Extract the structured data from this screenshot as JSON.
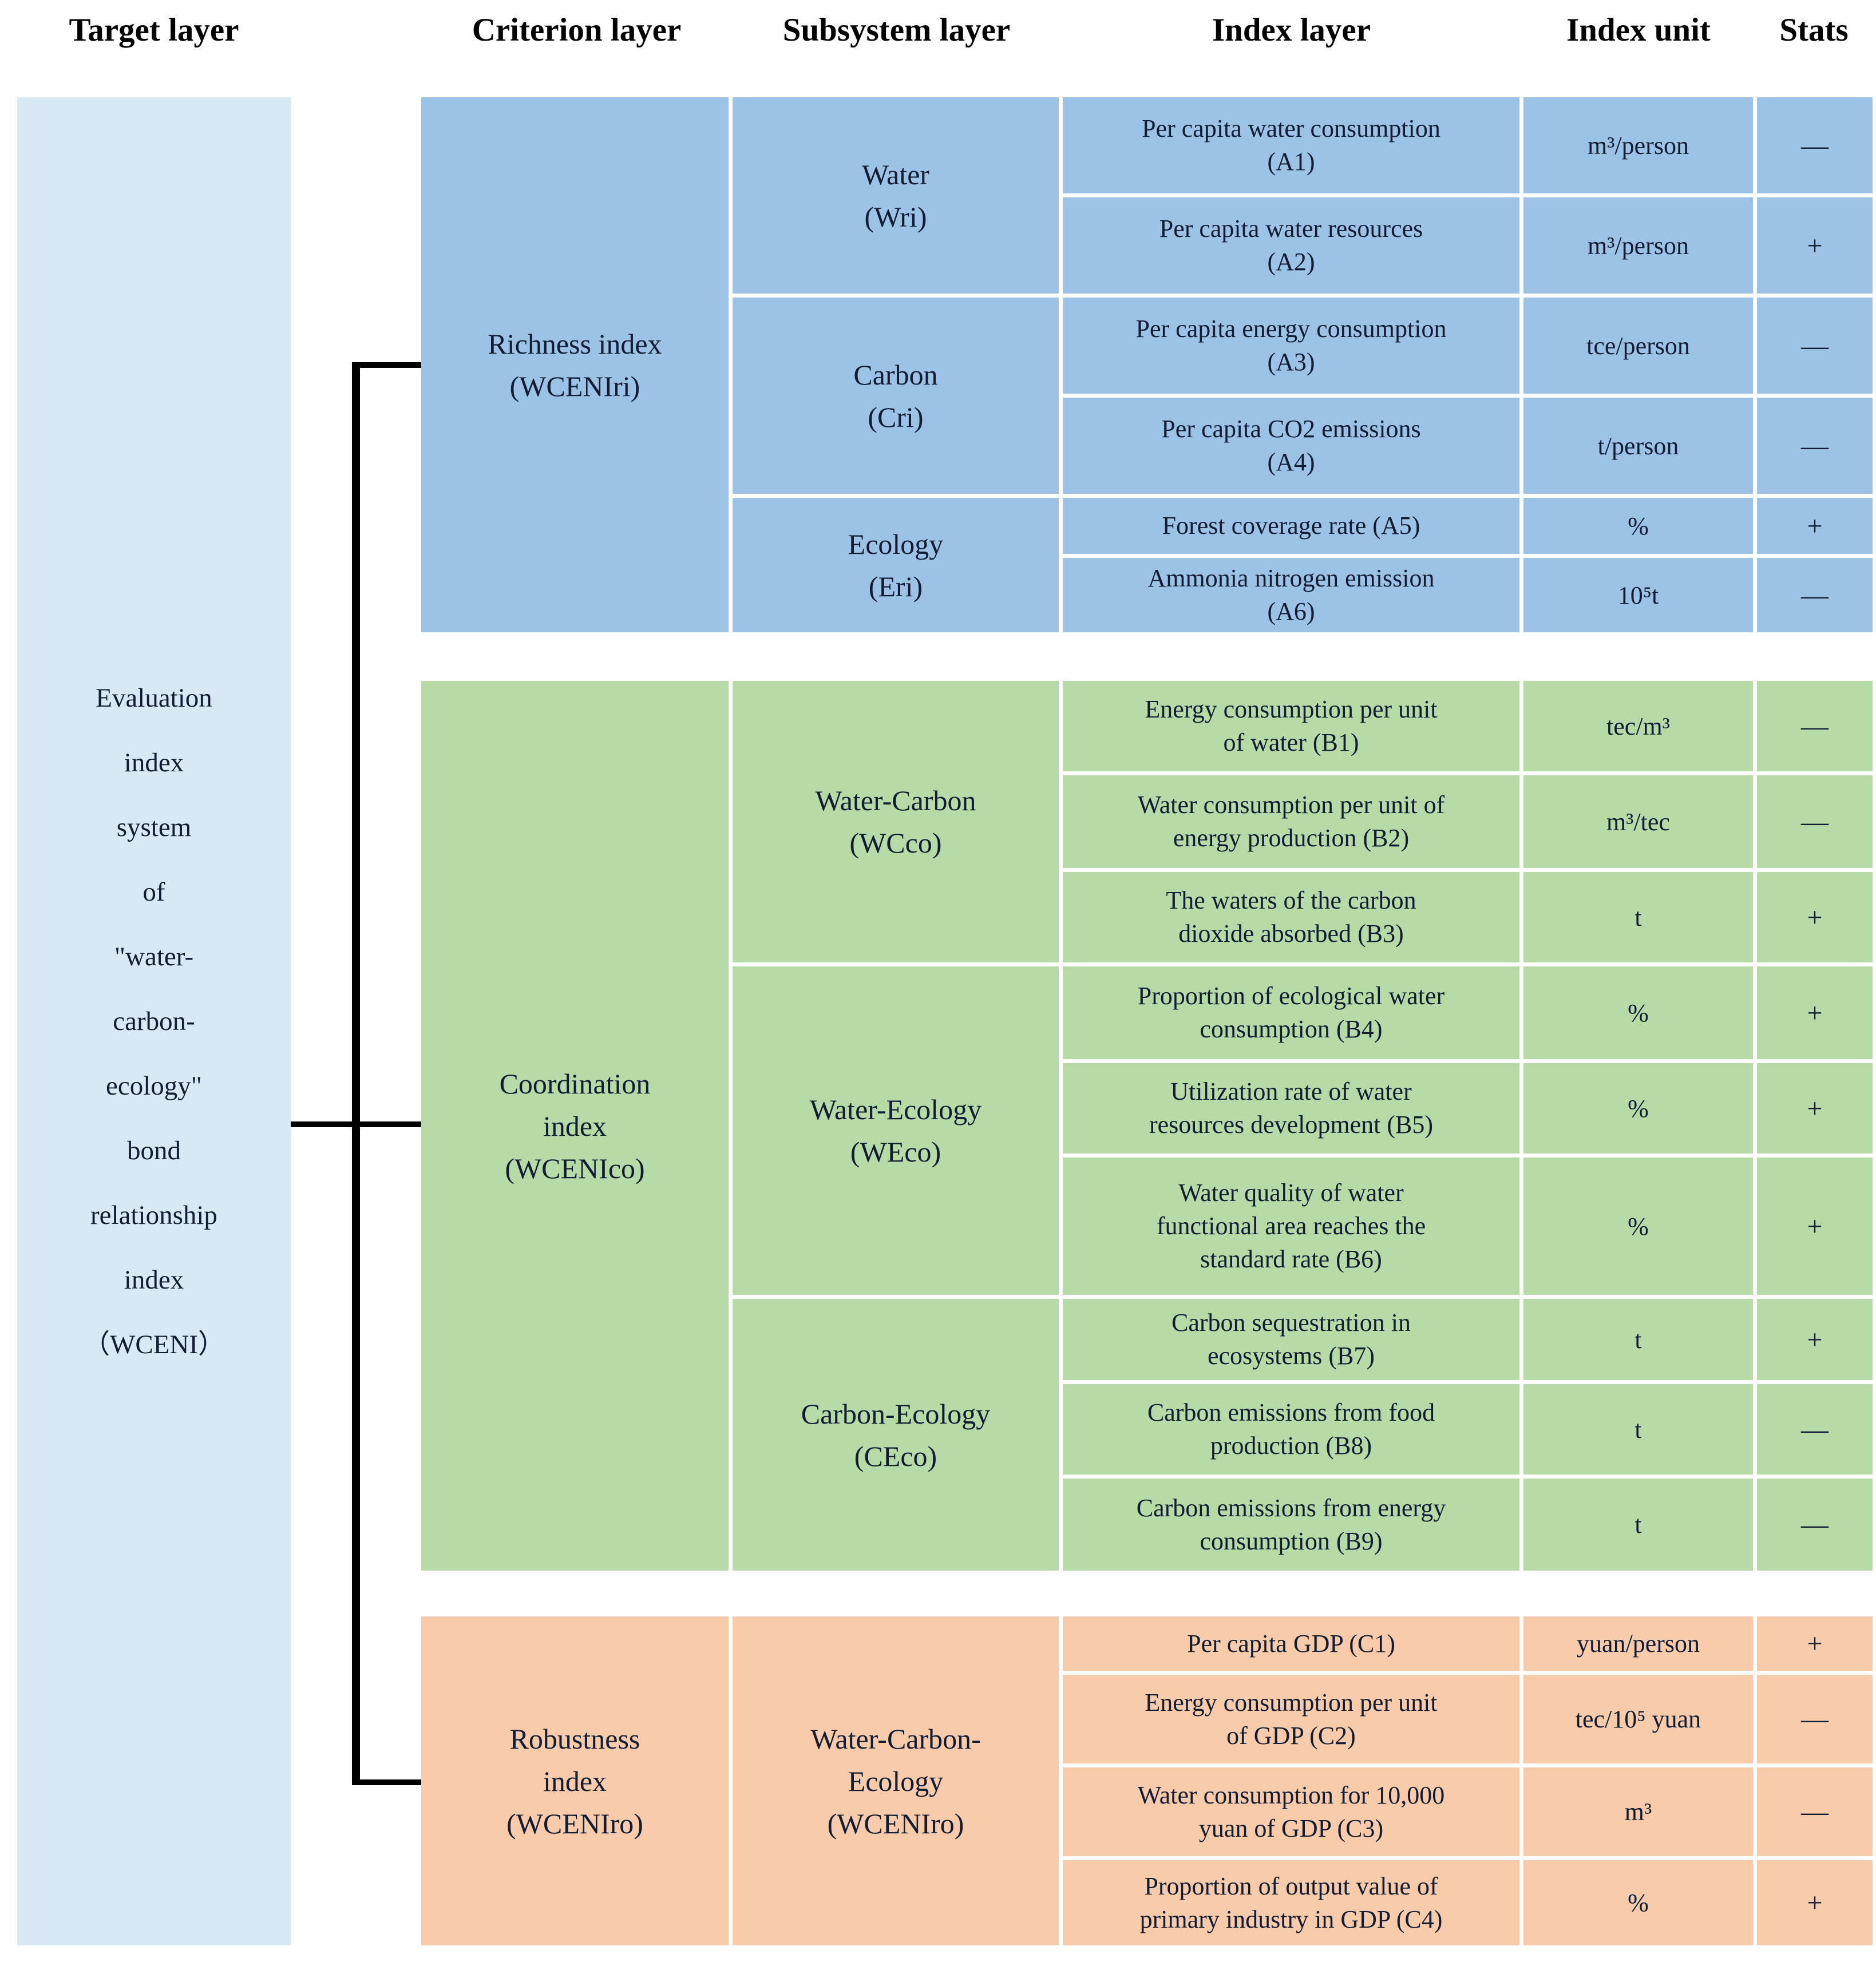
{
  "header": {
    "columns": [
      {
        "key": "target",
        "label": "Target layer"
      },
      {
        "key": "criterion",
        "label": "Criterion layer"
      },
      {
        "key": "subsystem",
        "label": "Subsystem layer"
      },
      {
        "key": "index",
        "label": "Index layer"
      },
      {
        "key": "unit",
        "label": "Index unit"
      },
      {
        "key": "stats",
        "label": "Stats"
      }
    ]
  },
  "target": {
    "label": "Evaluation\nindex\nsystem\nof\n\"water-\ncarbon-\necology\"\nbond\nrelationship\nindex\n（WCENI）",
    "color": "#D9E8F5"
  },
  "connector_color": "#000000",
  "blocks": [
    {
      "name": "richness",
      "color": "#9CC3E6",
      "criterion": "Richness index\n(WCENIri)",
      "subsystems": [
        {
          "label": "Water\n(Wri)",
          "rows": [
            {
              "index": "Per capita water consumption\n(A1)",
              "unit": "m³/person",
              "stat": "—"
            },
            {
              "index": "Per capita water resources\n(A2)",
              "unit": "m³/person",
              "stat": "+"
            }
          ]
        },
        {
          "label": "Carbon\n(Cri)",
          "rows": [
            {
              "index": "Per capita energy consumption\n(A3)",
              "unit": "tce/person",
              "stat": "—"
            },
            {
              "index": "Per capita CO2 emissions\n(A4)",
              "unit": "t/person",
              "stat": "—"
            }
          ]
        },
        {
          "label": "Ecology\n(Eri)",
          "rows": [
            {
              "index": "Forest coverage rate (A5)",
              "unit": "%",
              "stat": "+"
            },
            {
              "index": "Ammonia nitrogen emission\n(A6)",
              "unit": "10⁵t",
              "stat": "—"
            }
          ]
        }
      ]
    },
    {
      "name": "coordination",
      "color": "#B7DBA7",
      "criterion": "Coordination\nindex\n(WCENIco)",
      "subsystems": [
        {
          "label": "Water-Carbon\n(WCco)",
          "rows": [
            {
              "index": "Energy consumption per unit\nof water (B1)",
              "unit": "tec/m³",
              "stat": "—"
            },
            {
              "index": "Water consumption per unit of\nenergy production (B2)",
              "unit": "m³/tec",
              "stat": "—"
            },
            {
              "index": "The waters of the carbon\ndioxide absorbed (B3)",
              "unit": "t",
              "stat": "+"
            }
          ]
        },
        {
          "label": "Water-Ecology\n(WEco)",
          "rows": [
            {
              "index": "Proportion of ecological water\nconsumption (B4)",
              "unit": "%",
              "stat": "+"
            },
            {
              "index": "Utilization rate of water\nresources development (B5)",
              "unit": "%",
              "stat": "+"
            },
            {
              "index": "Water quality of water\nfunctional area reaches the\nstandard rate (B6)",
              "unit": "%",
              "stat": "+"
            }
          ]
        },
        {
          "label": "Carbon-Ecology\n(CEco)",
          "rows": [
            {
              "index": "Carbon sequestration in\necosystems (B7)",
              "unit": "t",
              "stat": "+"
            },
            {
              "index": "Carbon emissions from food\nproduction (B8)",
              "unit": "t",
              "stat": "—"
            },
            {
              "index": "Carbon emissions from energy\nconsumption (B9)",
              "unit": "t",
              "stat": "—"
            }
          ]
        }
      ]
    },
    {
      "name": "robustness",
      "color": "#F8CBAB",
      "criterion": "Robustness\nindex\n(WCENIro)",
      "subsystems": [
        {
          "label": "Water-Carbon-\nEcology\n(WCENIro)",
          "rows": [
            {
              "index": "Per capita GDP (C1)",
              "unit": "yuan/person",
              "stat": "+"
            },
            {
              "index": "Energy consumption per unit\nof GDP (C2)",
              "unit": "tec/10⁵ yuan",
              "stat": "—"
            },
            {
              "index": "Water consumption for 10,000\nyuan of GDP (C3)",
              "unit": "m³",
              "stat": "—"
            },
            {
              "index": "Proportion of output value of\nprimary industry in GDP (C4)",
              "unit": "%",
              "stat": "+"
            }
          ]
        }
      ]
    }
  ]
}
